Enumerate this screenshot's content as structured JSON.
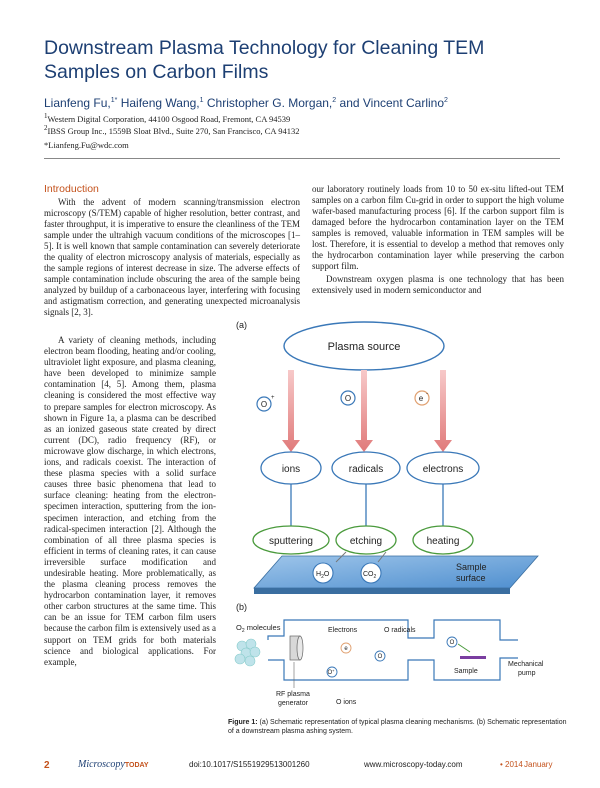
{
  "article": {
    "title": "Downstream Plasma Technology for Cleaning TEM Samples on Carbon Films",
    "authors": [
      {
        "name": "Lianfeng Fu,",
        "sup": "1*"
      },
      {
        "name": "Haifeng Wang,",
        "sup": "1"
      },
      {
        "name": "Christopher G. Morgan,",
        "sup": "2"
      },
      {
        "name": "and Vincent Carlino",
        "sup": "2"
      }
    ],
    "affiliation_1": "Western Digital Corporation, 44100 Osgood Road, Fremont, CA 94539",
    "affiliation_2": "IBSS Group Inc., 1559B Sloat Blvd., Suite 270, San Francisco, CA 94132",
    "email": "*Lianfeng.Fu@wdc.com",
    "aff_sup_1": "1",
    "aff_sup_2": "2"
  },
  "intro": {
    "heading": "Introduction",
    "p1": "With the advent of modern scanning/transmission electron microscopy (S/TEM) capable of higher resolution, better contrast, and faster throughput, it is imperative to ensure the cleanliness of the TEM sample under the ultrahigh vacuum conditions of the microscopes [1–5]. It is well known that sample contamination can severely deteriorate the quality of electron microscopy analysis of materials, especially as the sample regions of interest decrease in size. The adverse effects of sample contamination include obscuring the area of the sample being analyzed by buildup of a carbonaceous layer, interfering with focusing and astigmatism correction, and generating unexpected microanalysis signals [2, 3].",
    "p2": "A variety of cleaning methods, including electron beam flooding, heating and/or cooling, ultraviolet light exposure, and plasma cleaning, have been developed to minimize sample contamination [4, 5]. Among them, plasma cleaning is considered the most effective way to prepare samples for electron microscopy. As shown in Figure 1a, a plasma can be described as an ionized gaseous state created by direct current (DC), radio frequency (RF), or microwave glow discharge, in which electrons, ions, and radicals coexist. The interaction of these plasma species with a solid surface causes three basic phenomena that lead to surface cleaning: heating from the electron-specimen interaction, sputtering from the ion-specimen interaction, and etching from the radical-specimen interaction [2]. Although the combination of all three plasma species is efficient in terms of cleaning rates, it can cause irreversible surface modification and undesirable heating. More problematically, as the plasma cleaning process removes the hydrocarbon contamination layer, it removes other carbon structures at the same time. This can be an issue for TEM carbon film users because the carbon film is extensively used as a support on TEM grids for both materials science and biological applications. For example,",
    "p3": "our laboratory routinely loads from 10 to 50 ex-situ lifted-out TEM samples on a carbon film Cu-grid in order to support the high volume wafer-based manufacturing process [6]. If the carbon support film is damaged before the hydrocarbon contamination layer on the TEM samples is removed, valuable information in TEM samples will be lost. Therefore, it is essential to develop a method that removes only the hydrocarbon contamination layer while preserving the carbon support film.",
    "p4": "Downstream oxygen plasma is one technology that has been extensively used in modern semiconductor and"
  },
  "figure": {
    "panel_a_label": "(a)",
    "panel_b_label": "(b)",
    "plasma_source": "Plasma source",
    "ion_symbol": "O",
    "ion_charge": "+",
    "radical_symbol": "O",
    "electron_symbol": "e",
    "electron_charge": "-",
    "ions": "ions",
    "radicals": "radicals",
    "electrons": "electrons",
    "sputtering": "sputtering",
    "etching": "etching",
    "heating": "heating",
    "h2o": "H",
    "h2o_sub": "2",
    "h2o_end": "O",
    "co2": "CO",
    "co2_sub": "2",
    "sample_surface_1": "Sample",
    "sample_surface_2": "surface",
    "o2_molecules": "O",
    "o2_sub": "2",
    "o2_rest": " molecules",
    "electrons_label": "Electrons",
    "o_radicals_label": "O radicals",
    "e_bubble": "e",
    "o_bubble": "O",
    "o_plus": "O",
    "o_plus_sup": "+",
    "rf_label_1": "RF plasma",
    "rf_label_2": "generator",
    "o_ions": "O ions",
    "sample_label": "Sample",
    "pump_1": "Mechanical",
    "pump_2": "pump",
    "caption_label": "Figure 1:",
    "caption_text": " (a) Schematic representation of typical plasma cleaning mechanisms. (b) Schematic representation of a downstream plasma ashing system."
  },
  "footer": {
    "page_number": "2",
    "brand": "Microscopy",
    "brand_today": "TODAY",
    "doi": "doi:10.1017/S1551929513001260",
    "url": "www.microscopy-today.com",
    "year": "• 2014",
    "month": "January"
  },
  "colors": {
    "title_blue": "#1d3f73",
    "accent_orange": "#c4521c",
    "bubble_blue": "#3a78b8",
    "arrow_pink": "#e88a8a",
    "surface_blue": "#6fa8dc",
    "label_green": "#4a9a3c"
  }
}
